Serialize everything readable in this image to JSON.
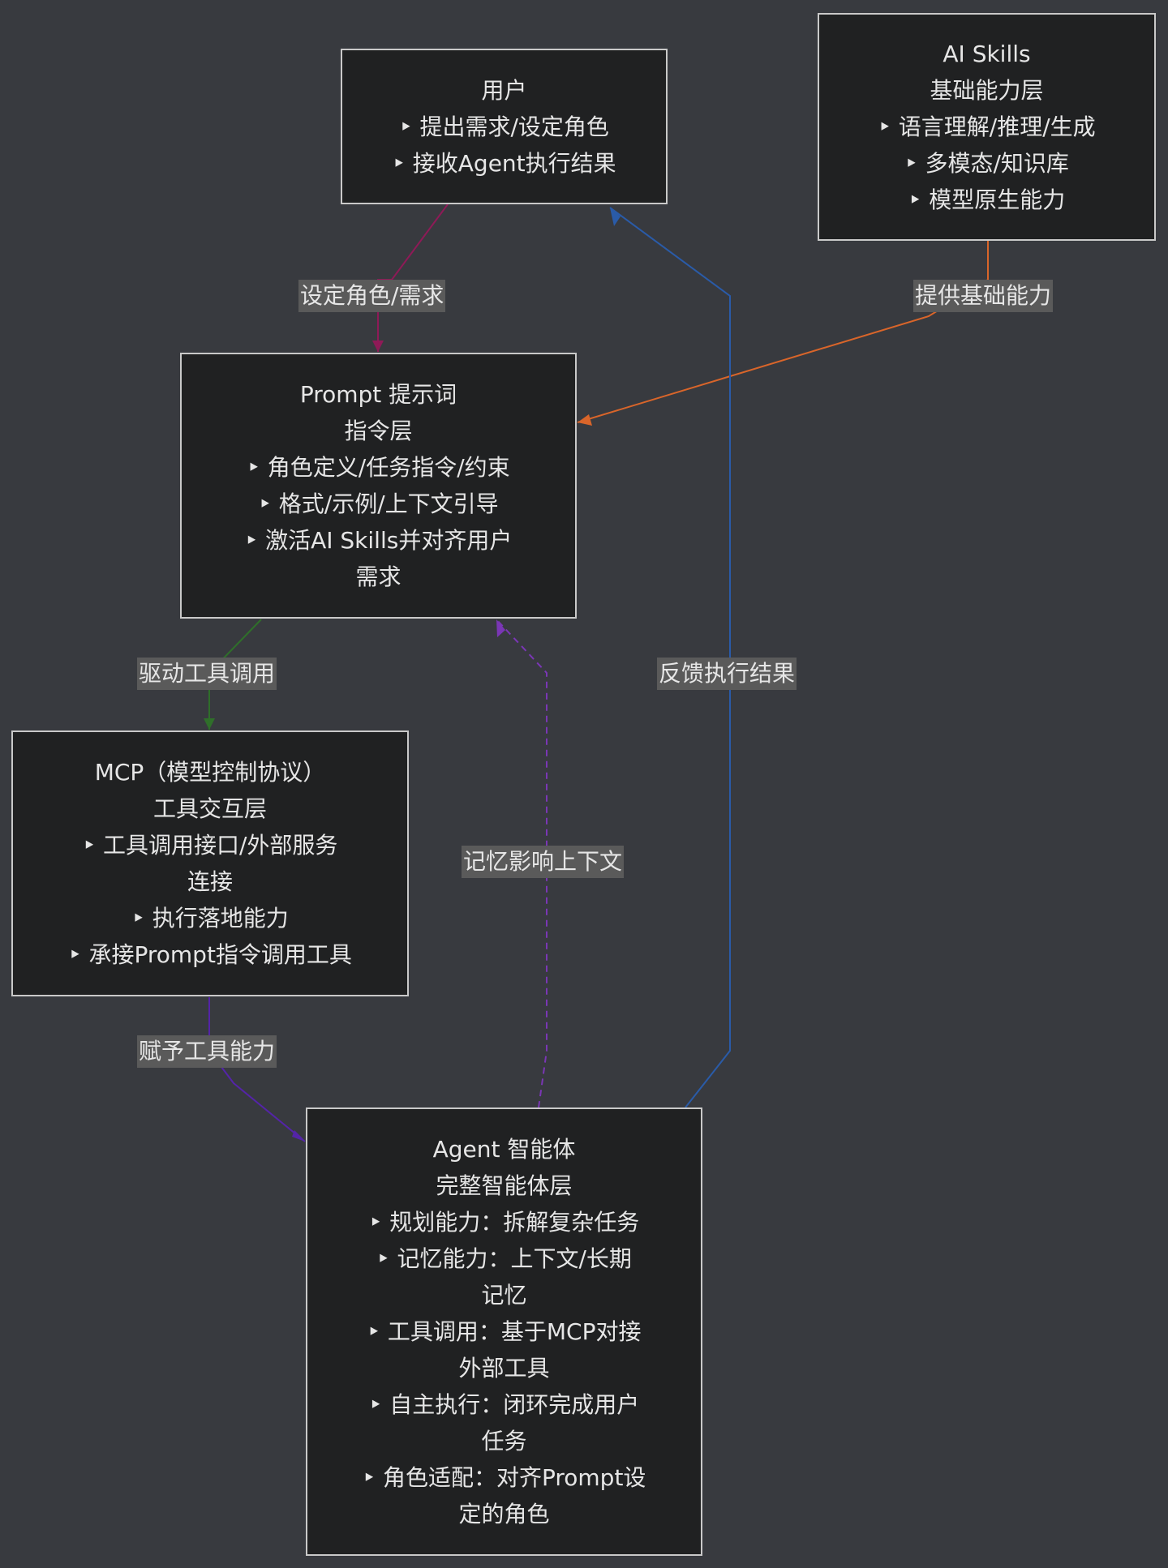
{
  "nodes": {
    "user": {
      "lines": [
        "用户",
        "‣ 提出需求/设定角色",
        "‣ 接收Agent执行结果"
      ]
    },
    "ai_skills": {
      "lines": [
        "AI Skills",
        "基础能力层",
        "‣ 语言理解/推理/生成",
        "‣ 多模态/知识库",
        "‣ 模型原生能力"
      ]
    },
    "prompt": {
      "lines": [
        "Prompt 提示词",
        "指令层",
        "‣ 角色定义/任务指令/约束",
        "‣ 格式/示例/上下文引导",
        "‣ 激活AI Skills并对齐用户",
        "需求"
      ]
    },
    "mcp": {
      "lines": [
        "MCP（模型控制协议）",
        "工具交互层",
        "‣ 工具调用接口/外部服务",
        "连接",
        "‣ 执行落地能力",
        "‣ 承接Prompt指令调用工具"
      ]
    },
    "agent": {
      "lines": [
        "Agent 智能体",
        "完整智能体层",
        "‣ 规划能力：拆解复杂任务",
        "‣ 记忆能力：上下文/长期",
        "记忆",
        "‣ 工具调用：基于MCP对接",
        "外部工具",
        "‣ 自主执行：闭环完成用户",
        "任务",
        "‣ 角色适配：对齐Prompt设",
        "定的角色"
      ]
    }
  },
  "edges": {
    "set_role": {
      "label": "设定角色/需求",
      "color": "#8e1a57",
      "dashed": false
    },
    "provide_skills": {
      "label": "提供基础能力",
      "color": "#d9652a",
      "dashed": false
    },
    "drive_tools": {
      "label": "驱动工具调用",
      "color": "#2f6f2a",
      "dashed": false
    },
    "grant_tools": {
      "label": "赋予工具能力",
      "color": "#5424a8",
      "dashed": false
    },
    "feedback": {
      "label": "反馈执行结果",
      "color": "#2a5ba8",
      "dashed": false
    },
    "memory": {
      "label": "记忆影响上下文",
      "color": "#7a36b5",
      "dashed": true
    }
  }
}
